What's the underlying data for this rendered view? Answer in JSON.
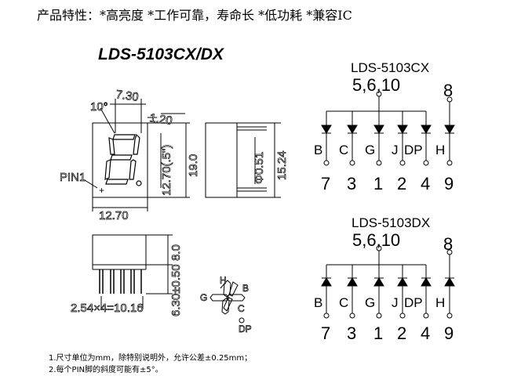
{
  "features_line": "产品特性：*高亮度 *工作可靠，寿命长 *低功耗 *兼容IC",
  "model_title": "LDS-5103CX/DX",
  "front_view": {
    "dim_top": "7.30",
    "dim_angle": "10°",
    "dim_right_top": "1.20",
    "dim_digit_height": "12.70(.5\")",
    "dim_height": "19.0",
    "dim_width": "12.70",
    "pin_label": "PIN1"
  },
  "side_view": {
    "dim_pin_dia": "Φ0.51",
    "dim_depth": "15.24"
  },
  "bottom_view": {
    "dim_body": "8.0",
    "dim_pins": "6.30±0.50",
    "dim_pitch": "2.54×4=10.16"
  },
  "segment_legend": {
    "labels": [
      "H",
      "B",
      "G",
      "C",
      "DP"
    ]
  },
  "circuits": [
    {
      "name": "LDS-5103CX",
      "common_label": "5,6,10",
      "right_top": "8",
      "segments": [
        "B",
        "C",
        "G",
        "J",
        "DP",
        "H"
      ],
      "pins": [
        "7",
        "3",
        "1",
        "2",
        "4",
        "9"
      ]
    },
    {
      "name": "LDS-5103DX",
      "common_label": "5,6,10",
      "right_top": "8",
      "segments": [
        "B",
        "C",
        "G",
        "J",
        "DP",
        "H"
      ],
      "pins": [
        "7",
        "3",
        "1",
        "2",
        "4",
        "9"
      ]
    }
  ],
  "notes": [
    "1.尺寸单位为mm，除特别说明外，允许公差±0.25mm；",
    "2.每个PIN脚的斜度可能有±5°。"
  ]
}
